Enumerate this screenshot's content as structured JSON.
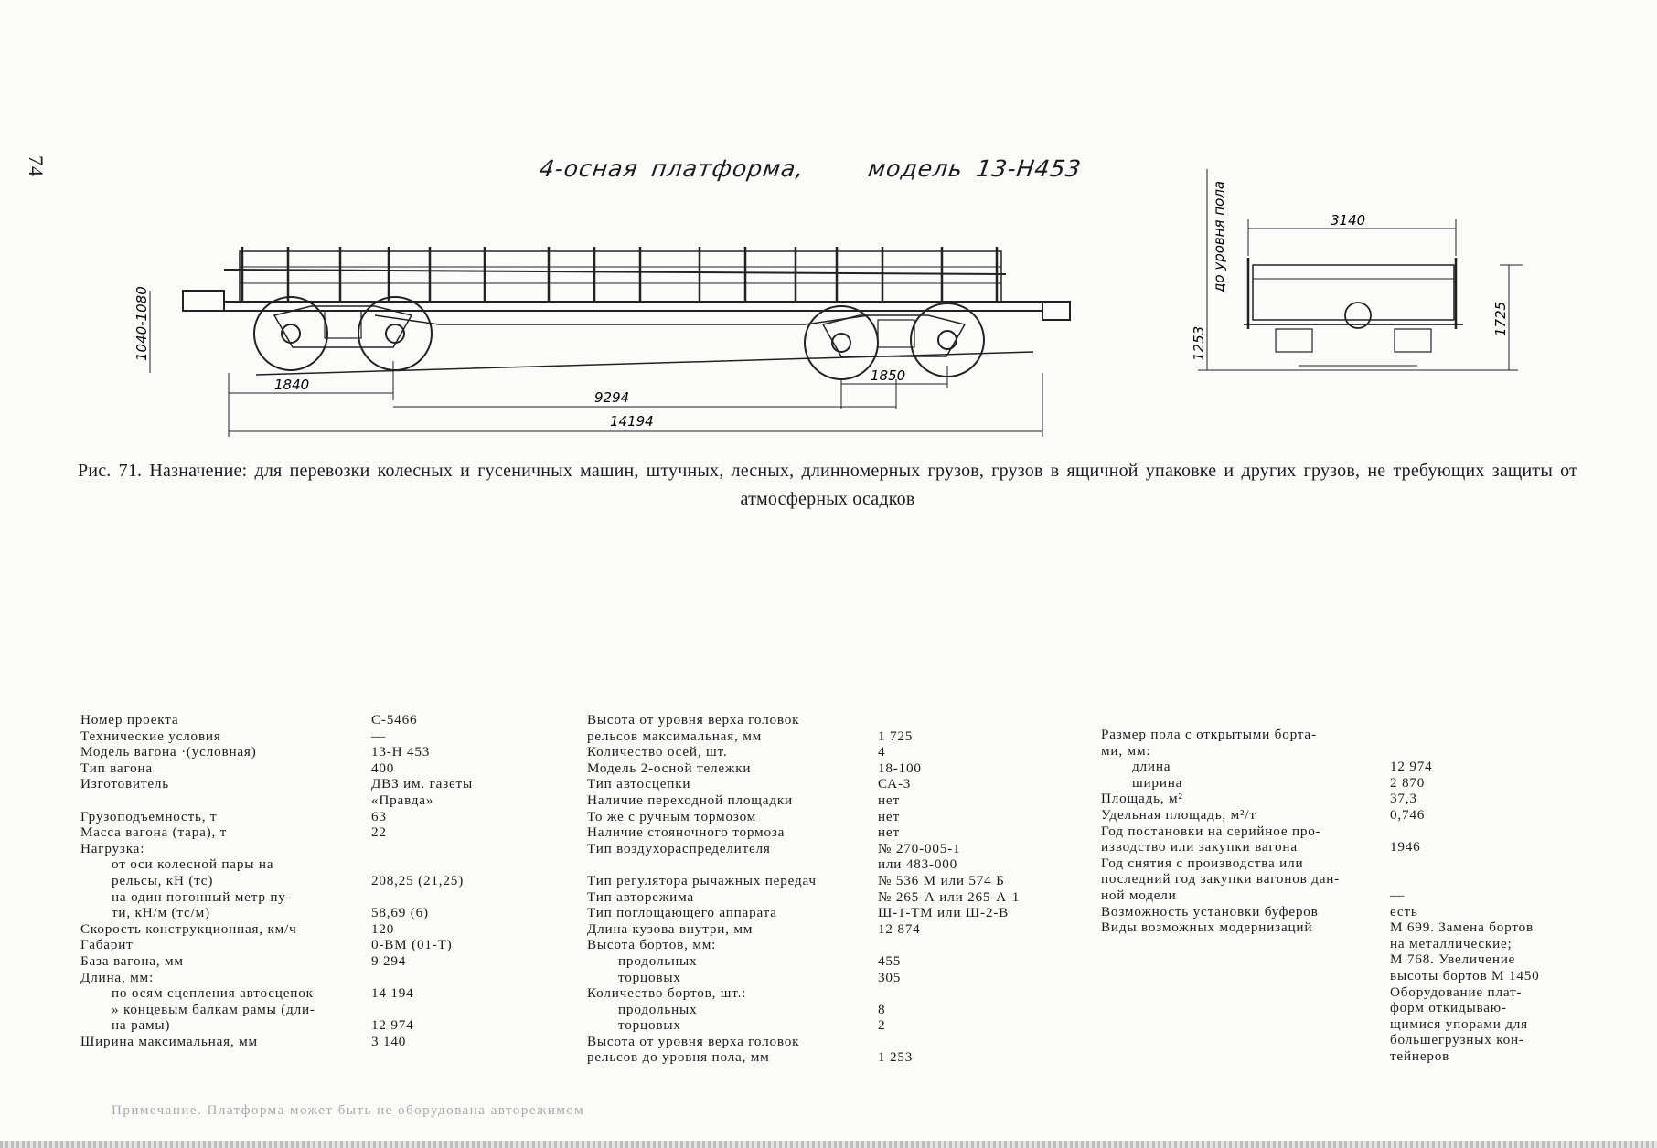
{
  "page": {
    "number": "74"
  },
  "drawing": {
    "title_part1": "4-осная платформа,",
    "title_part2": "модель 13-Н453",
    "dimensions": {
      "buffer_height": "1040-1080",
      "overhang": "1840",
      "base": "9294",
      "bogie_base": "1850",
      "length": "14194",
      "width": "3140",
      "floor_height": "1253",
      "floor_label": "до уровня пола",
      "side_height": "1725"
    }
  },
  "caption": {
    "text": "Рис. 71. Назначение: для перевозки колесных и гусеничных машин, штучных, лесных, длинномерных грузов, грузов в ящичной упаковке и других грузов, не требующих защиты от атмосферных осадков"
  },
  "specs": {
    "col1": [
      {
        "label": "Номер проекта",
        "value": "С-5466",
        "indent": 0
      },
      {
        "label": "Технические условия",
        "value": "—",
        "indent": 0
      },
      {
        "label": "Модель вагона ·(условная)",
        "value": "13-Н 453",
        "indent": 0
      },
      {
        "label": "Тип вагона",
        "value": "400",
        "indent": 0
      },
      {
        "label": "Изготовитель",
        "value": "ДВЗ им. газеты\n«Правда»",
        "indent": 0
      },
      {
        "label": "Грузоподъемность, т",
        "value": "63",
        "indent": 0
      },
      {
        "label": "Масса вагона (тара), т",
        "value": "22",
        "indent": 0
      },
      {
        "label": "Нагрузка:",
        "value": "",
        "indent": 0
      },
      {
        "label": "от оси колесной пары на\nрельсы, кН (тс)",
        "value": "\n208,25 (21,25)",
        "indent": 1
      },
      {
        "label": "на один погонный метр пу-\nти, кН/м (тс/м)",
        "value": "\n58,69 (6)",
        "indent": 1
      },
      {
        "label": "Скорость конструкционная, км/ч",
        "value": "120",
        "indent": 0
      },
      {
        "label": "Габарит",
        "value": "0-ВМ (01-Т)",
        "indent": 0
      },
      {
        "label": "База вагона, мм",
        "value": "9 294",
        "indent": 0
      },
      {
        "label": "Длина, мм:",
        "value": "",
        "indent": 0
      },
      {
        "label": "по осям сцепления автосцепок",
        "value": "14 194",
        "indent": 1
      },
      {
        "label": "» концевым балкам рамы (дли-\nна рамы)",
        "value": "\n12 974",
        "indent": 1
      },
      {
        "label": "Ширина максимальная, мм",
        "value": "3 140",
        "indent": 0
      }
    ],
    "col2": [
      {
        "label": "Высота от уровня верха головок\nрельсов максимальная, мм",
        "value": "\n1 725",
        "indent": 0
      },
      {
        "label": "Количество осей, шт.",
        "value": "4",
        "indent": 0
      },
      {
        "label": "Модель 2-осной тележки",
        "value": "18-100",
        "indent": 0
      },
      {
        "label": "Тип автосцепки",
        "value": "СА-3",
        "indent": 0
      },
      {
        "label": "Наличие переходной площадки",
        "value": "нет",
        "indent": 0
      },
      {
        "label": "То же с ручным тормозом",
        "value": "нет",
        "indent": 0
      },
      {
        "label": "Наличие стояночного тормоза",
        "value": "нет",
        "indent": 0
      },
      {
        "label": "Тип воздухораспределителя",
        "value": "№ 270-005-1\nили 483-000",
        "indent": 0
      },
      {
        "label": "Тип регулятора рычажных передач",
        "value": "№ 536 М или 574 Б",
        "indent": 0
      },
      {
        "label": "Тип авторежима",
        "value": "№ 265-А или 265-А-1",
        "indent": 0
      },
      {
        "label": "Тип поглощающего аппарата",
        "value": "Ш-1-ТМ или Ш-2-В",
        "indent": 0
      },
      {
        "label": "Длина кузова внутри, мм",
        "value": "12 874",
        "indent": 0
      },
      {
        "label": "Высота бортов, мм:",
        "value": "",
        "indent": 0
      },
      {
        "label": "продольных",
        "value": "455",
        "indent": 1
      },
      {
        "label": "торцовых",
        "value": "305",
        "indent": 1
      },
      {
        "label": "Количество бортов, шт.:",
        "value": "",
        "indent": 0
      },
      {
        "label": "продольных",
        "value": "8",
        "indent": 1
      },
      {
        "label": "торцовых",
        "value": "2",
        "indent": 1
      },
      {
        "label": "Высота от уровня верха головок\nрельсов до уровня пола, мм",
        "value": "\n1 253",
        "indent": 0
      }
    ],
    "col3": [
      {
        "label": "Размер пола с открытыми борта-\nми, мм:",
        "value": "",
        "indent": 0
      },
      {
        "label": "длина",
        "value": "12 974",
        "indent": 1
      },
      {
        "label": "ширина",
        "value": "2 870",
        "indent": 1
      },
      {
        "label": "Площадь, м²",
        "value": "37,3",
        "indent": 0
      },
      {
        "label": "Удельная площадь, м²/т",
        "value": "0,746",
        "indent": 0
      },
      {
        "label": "Год постановки на серийное про-\nизводство или закупки вагона",
        "value": "\n1946",
        "indent": 0
      },
      {
        "label": "Год снятия с производства или\nпоследний год закупки вагонов дан-\nной модели",
        "value": "\n\n—",
        "indent": 0
      },
      {
        "label": "Возможность установки буферов",
        "value": "есть",
        "indent": 0
      },
      {
        "label": "Виды возможных модернизаций",
        "value": "М 699. Замена бортов\nна металлические;\nМ 768. Увеличение\nвысоты бортов М 1450\nОборудование плат-\nформ откидываю-\nщимися упорами для\nбольшегрузных кон-\nтейнеров",
        "indent": 0
      }
    ]
  },
  "note": {
    "text": "Примечание. Платформа может быть не оборудована авторежимом"
  }
}
